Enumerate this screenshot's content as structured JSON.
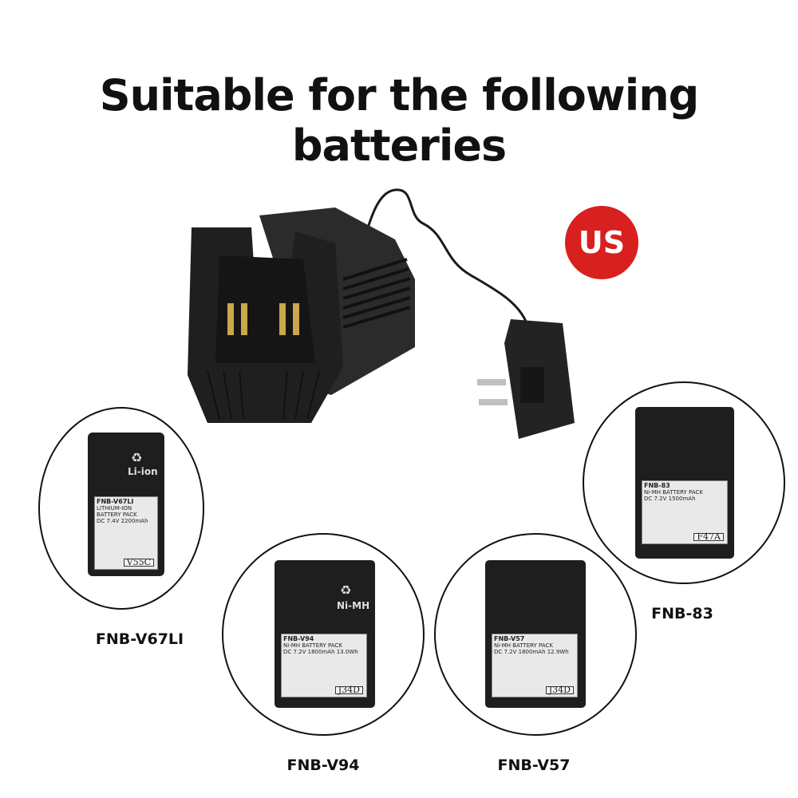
{
  "title": "Suitable for the following batteries",
  "plug_badge": "US",
  "batteries": [
    {
      "label": "FNB-V67LI",
      "sticker_model": "FNB-V67LI",
      "sticker_text": "LITHIUM-ION BATTERY PACK",
      "sticker_rating": "DC 7.4V 2200mAh",
      "code": "V55C",
      "chem": "Li-ion"
    },
    {
      "label": "FNB-V94",
      "sticker_model": "FNB-V94",
      "sticker_text": "Ni-MH BATTERY PACK",
      "sticker_rating": "DC 7.2V 1800mAh 13.0Wh",
      "code": "J34D",
      "chem": "Ni-MH"
    },
    {
      "label": "FNB-V57",
      "sticker_model": "FNB-V57",
      "sticker_text": "Ni-MH BATTERY PACK",
      "sticker_rating": "DC 7.2V 1800mAh 12.9Wh",
      "code": "J34D"
    },
    {
      "label": "FNB-83",
      "sticker_model": "FNB-83",
      "sticker_text": "Ni-MH BATTERY PACK",
      "sticker_rating": "DC 7.2V 1500mAh",
      "code": "F47A"
    }
  ]
}
